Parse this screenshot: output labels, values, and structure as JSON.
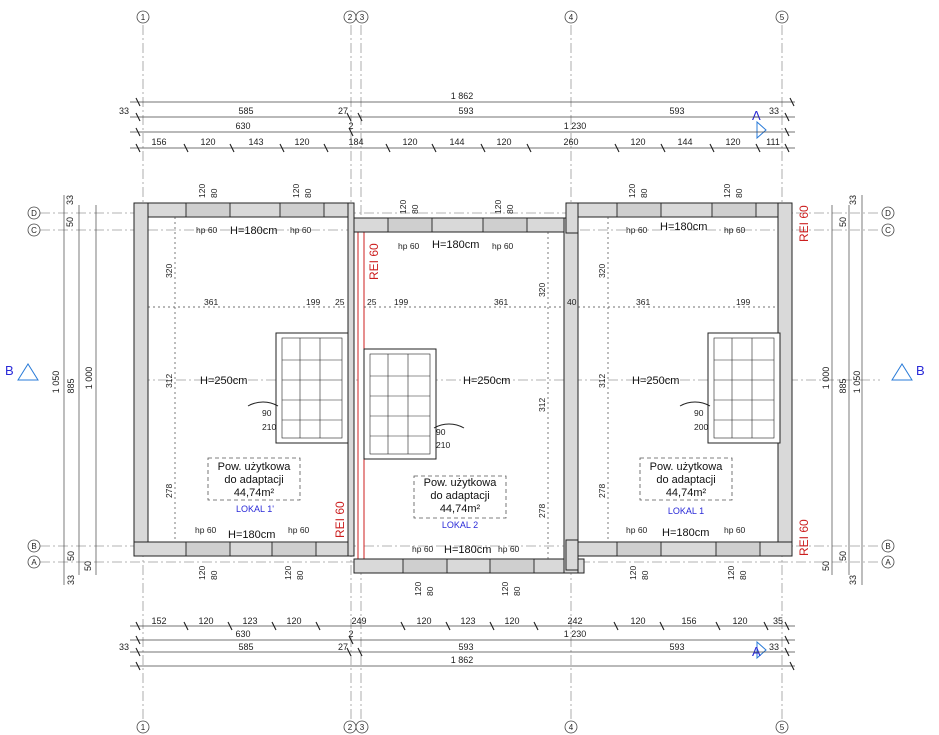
{
  "grid_top": [
    "1",
    "2",
    "3",
    "4",
    "5"
  ],
  "grid_side": [
    "D",
    "C",
    "B",
    "A"
  ],
  "section_labels": {
    "left": "B",
    "right": "B",
    "arrow_top": "A",
    "arrow_bottom": "A"
  },
  "top_dims": {
    "total": "1 862",
    "row1": [
      "33",
      "585",
      "27",
      "593",
      "593",
      "33"
    ],
    "row2": [
      "630",
      "2",
      "1 230"
    ],
    "row3": [
      "156",
      "120",
      "143",
      "120",
      "184",
      "120",
      "144",
      "120",
      "260",
      "120",
      "144",
      "120",
      "111"
    ]
  },
  "bottom_dims": {
    "row1": [
      "152",
      "120",
      "123",
      "120",
      "249",
      "120",
      "123",
      "120",
      "242",
      "120",
      "156",
      "120",
      "35"
    ],
    "row2": [
      "630",
      "2",
      "1 230"
    ],
    "row3": [
      "33",
      "585",
      "27",
      "593",
      "593",
      "33"
    ],
    "total": "1 862"
  },
  "left_dims": [
    "33",
    "50",
    "1 050",
    "885",
    "1 000",
    "50",
    "50",
    "33"
  ],
  "right_dims": [
    "33",
    "50",
    "1 000",
    "885",
    "1 050",
    "50",
    "50",
    "33"
  ],
  "window_dims": {
    "top": [
      "120",
      "80",
      "120",
      "80",
      "120",
      "80",
      "120",
      "80",
      "120",
      "80",
      "120",
      "80"
    ],
    "bottom": [
      "120",
      "80",
      "120",
      "80",
      "120",
      "80",
      "120",
      "80",
      "120",
      "80",
      "120",
      "80"
    ]
  },
  "rooms": {
    "left": {
      "sill_left": "hp 60",
      "window_height": "H=180cm",
      "sill_right": "hp 60",
      "dim_top": "320",
      "dim_mid": "312",
      "dim_bottom": "278",
      "dim_h1": "361",
      "dim_h2": "199",
      "ceiling": "H=250cm",
      "door_a": "90",
      "door_b": "210",
      "area_title": "Pow. użytkowa",
      "area_sub": "do adaptacji",
      "area_value": "44,74m²",
      "name": "LOKAL 1'",
      "bottom_sill_left": "hp 60",
      "bottom_window": "H=180cm",
      "bottom_sill_right": "hp 60"
    },
    "middle": {
      "sill_left": "hp 60",
      "window_height": "H=180cm",
      "sill_right": "hp 60",
      "dim_h0": "25",
      "dim_h00": "25",
      "dim_h1": "199",
      "dim_h2": "361",
      "dim_h3": "40",
      "dim_top": "320",
      "dim_mid": "312",
      "dim_bottom": "278",
      "ceiling": "H=250cm",
      "door_a": "90",
      "door_b": "210",
      "area_title": "Pow. użytkowa",
      "area_sub": "do adaptacji",
      "area_value": "44,74m²",
      "name": "LOKAL 2",
      "bottom_sill_left": "hp 60",
      "bottom_window": "H=180cm",
      "bottom_sill_right": "hp 60"
    },
    "right": {
      "sill_left": "hp 60",
      "window_height": "H=180cm",
      "sill_right": "hp 60",
      "dim_top": "320",
      "dim_mid": "312",
      "dim_bottom": "278",
      "dim_h1": "361",
      "dim_h2": "199",
      "ceiling": "H=250cm",
      "door_a": "90",
      "door_b": "200",
      "area_title": "Pow. użytkowa",
      "area_sub": "do adaptacji",
      "area_value": "44,74m²",
      "name": "LOKAL 1",
      "bottom_sill_left": "hp 60",
      "bottom_window": "H=180cm",
      "bottom_sill_right": "hp 60"
    }
  },
  "fire_ratings": [
    "REI 60",
    "REI 60",
    "REI 60",
    "REI 60"
  ],
  "colors": {
    "fire": "#cc1f1f",
    "lokal": "#2a2ad8",
    "wall": "#d9d9d9"
  }
}
